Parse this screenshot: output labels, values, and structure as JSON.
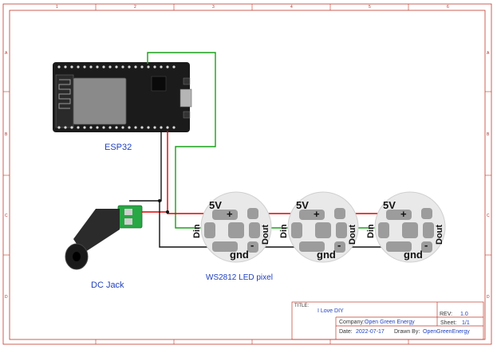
{
  "title_block": {
    "title_label": "TITLE:",
    "title_value": "I Love DIY",
    "rev_label": "REV:",
    "rev_value": "1.0",
    "company_label": "Company:",
    "company_value": "Open Green Energy",
    "sheet_label": "Sheet:",
    "sheet_value": "1/1",
    "date_label": "Date:",
    "date_value": "2022-07-17",
    "drawn_label": "Drawn By:",
    "drawn_value": "OpenGreenEnergy"
  },
  "components": {
    "mcu_label": "ESP32",
    "jack_label": "DC Jack",
    "led_label": "WS2812 LED pixel"
  },
  "led_pins": {
    "vcc": "5V",
    "gnd": "gnd",
    "din": "Din",
    "dout": "Dout",
    "plus": "+",
    "minus": "-"
  },
  "ruler": {
    "columns": [
      "1",
      "2",
      "3",
      "4",
      "5",
      "6"
    ],
    "rows": [
      "A",
      "B",
      "C",
      "D"
    ]
  },
  "colors": {
    "frame": "#c0392b",
    "wire_red": "#e00000",
    "wire_green": "#1aa01a",
    "wire_black": "#111111",
    "label": "#1f3fbf"
  }
}
